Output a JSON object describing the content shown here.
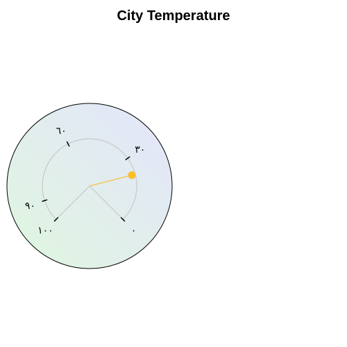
{
  "chart_data": {
    "type": "gauge",
    "title": "City Temperature",
    "ticks": [
      {
        "value": 0,
        "label": "٠"
      },
      {
        "value": 30,
        "label": "٣٠"
      },
      {
        "value": 60,
        "label": "٦٠"
      },
      {
        "value": 90,
        "label": "٩٠"
      },
      {
        "value": 100,
        "label": "١٠٠"
      }
    ],
    "range": [
      0,
      100
    ],
    "value": 22,
    "colors": {
      "needle": "#f5c242",
      "needle_dot": "#fbbf24",
      "track": "#c8c8c8",
      "face_light_blue": "#e4e4fb",
      "face_light_green": "#dff7df",
      "outline": "#000000"
    }
  }
}
